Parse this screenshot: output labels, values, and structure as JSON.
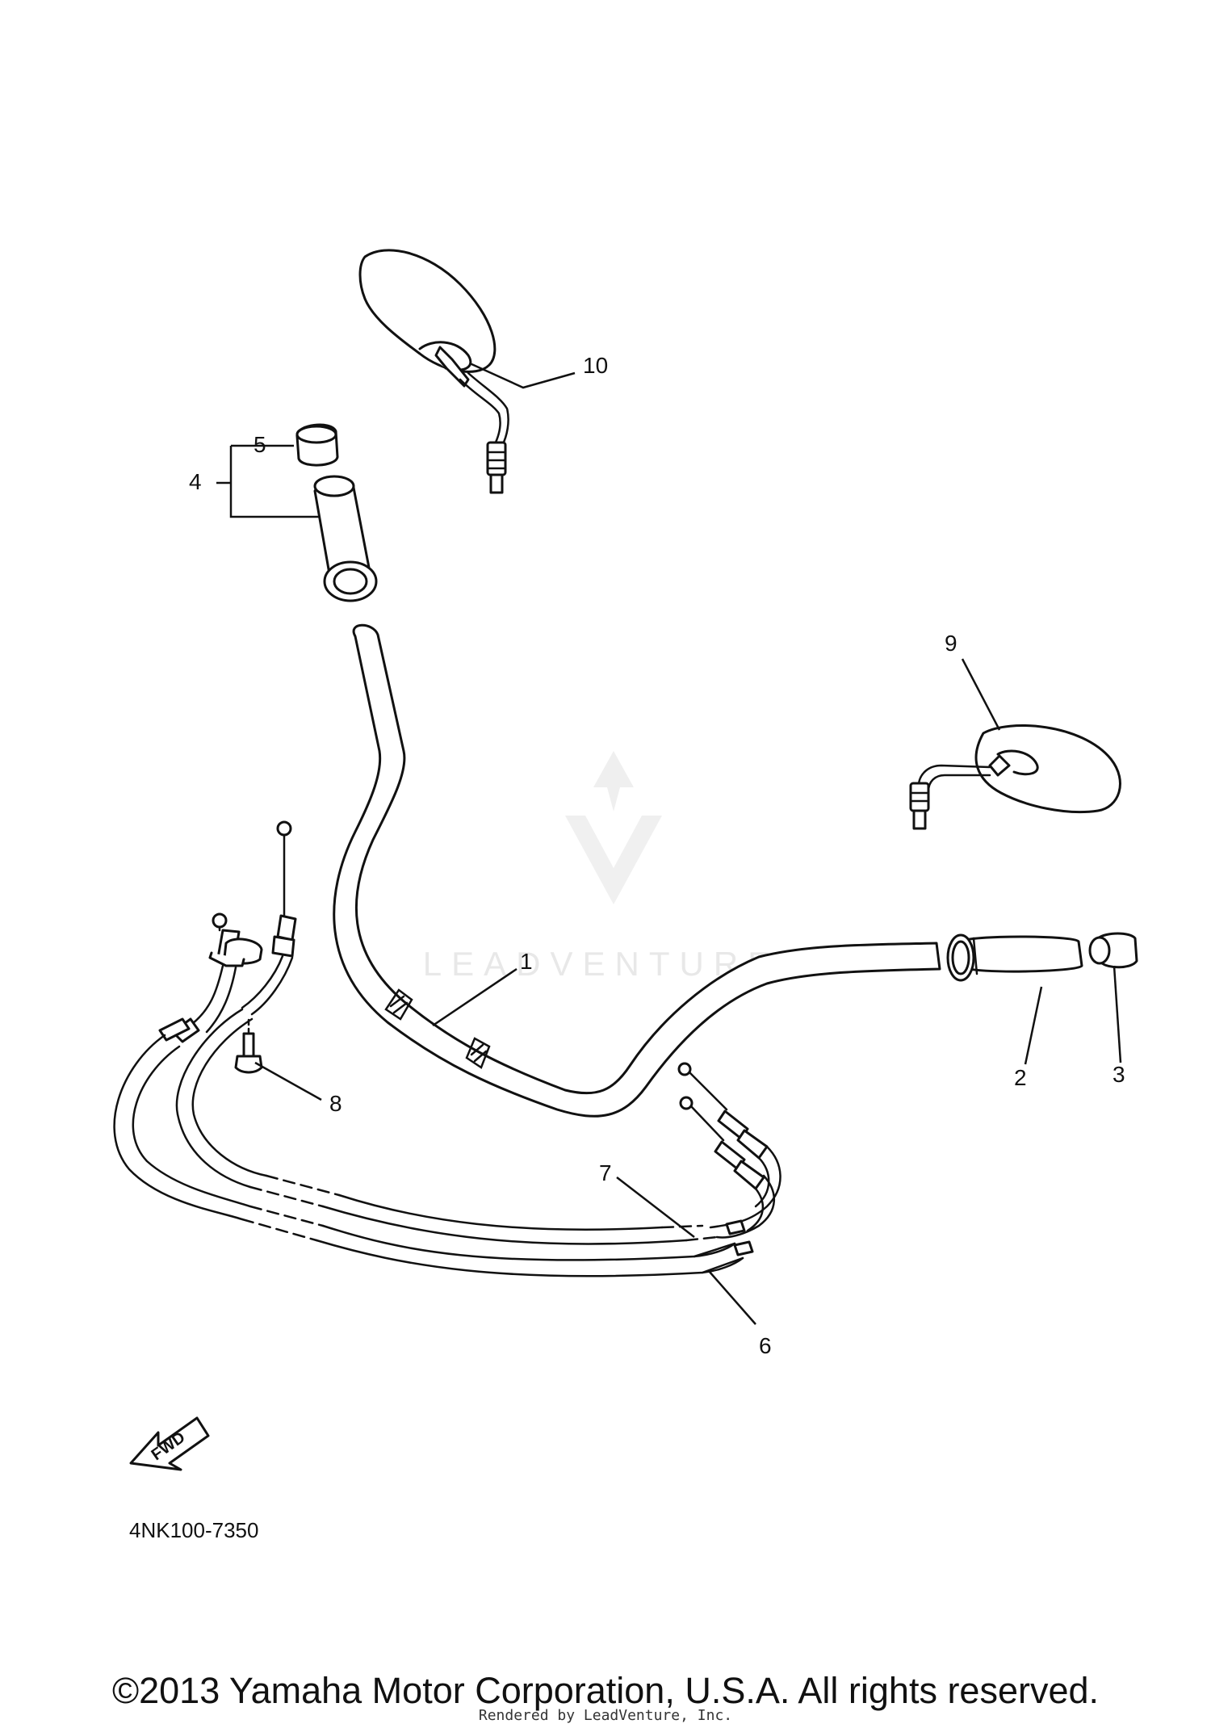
{
  "callouts": {
    "c1": "1",
    "c2": "2",
    "c3": "3",
    "c4": "4",
    "c5": "5",
    "c6": "6",
    "c7": "7",
    "c8": "8",
    "c9": "9",
    "c10": "10"
  },
  "fwd_label": "FWD",
  "diagram_code": "4NK100-7350",
  "watermark": "LEADVENTURE",
  "copyright": "©2013 Yamaha Motor Corporation, U.S.A. All rights reserved.",
  "rendered_by": "Rendered by LeadVenture, Inc.",
  "colors": {
    "line": "#111111",
    "background": "#ffffff",
    "watermark": "#e6e6e6"
  }
}
